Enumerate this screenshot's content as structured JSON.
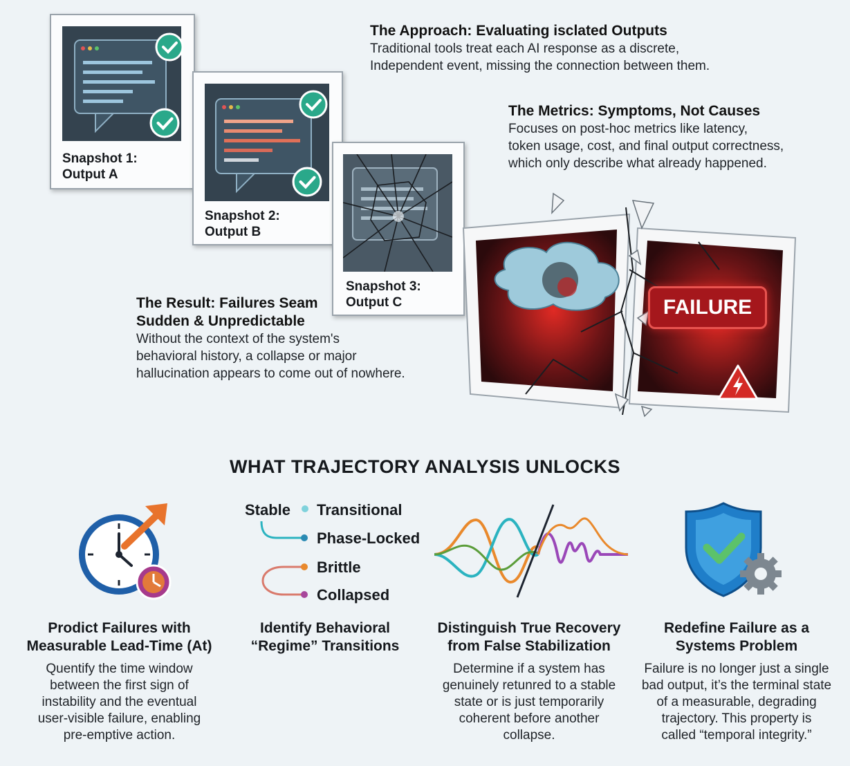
{
  "snapshots": [
    {
      "label_line1": "Snapshot 1:",
      "label_line2": "Output A",
      "status": "check-icon"
    },
    {
      "label_line1": "Snapshot 2:",
      "label_line2": "Output B",
      "status": "check-icon"
    },
    {
      "label_line1": "Snapshot 3:",
      "label_line2": "Output C",
      "status": "cracked"
    }
  ],
  "approach": {
    "heading": "The Approach: Evaluating isclated Outputs",
    "line1": "Traditional tools treat each AI response as a discrete,",
    "line2": "Independent event, missing the connection between them."
  },
  "metrics": {
    "heading": "The Metrics: Symptoms, Not Causes",
    "line1": "Focuses on post-hoc metrics like latency,",
    "line2": "token usage, cost, and final output correctness,",
    "line3": "which only describe what already happened."
  },
  "result": {
    "heading1": "The Result: Failures Seam",
    "heading2": "Sudden & Unpredictable",
    "line1": "Without the context of the system's",
    "line2": "behavioral history, a collapse or major",
    "line3": "hallucination appears to come out of nowhere."
  },
  "failure_badge": "FAILURE",
  "section_title": "WHAT TRAJECTORY ANALYSIS UNLOCKS",
  "regimes": {
    "stable": "Stable",
    "transitional": "Transitional",
    "phase_locked": "Phase-Locked",
    "brittle": "Brittle",
    "collapsed": "Collapsed"
  },
  "columns": [
    {
      "icon": "clock-arrow-icon",
      "title1": "Prodict Failures with",
      "title2": "Measurable Lead-Time (At)",
      "body": [
        "Quentify the time window",
        "between the first sign of",
        "instability and the eventual",
        "user-visible failure, enabling",
        "pre-emptive action."
      ]
    },
    {
      "icon": "regime-diagram",
      "title1": "Identify Behavioral",
      "title2": "“Regime” Transitions",
      "body": []
    },
    {
      "icon": "waveform-icon",
      "title1": "Distinguish True Recovery",
      "title2": "from False Stabilization",
      "body": [
        "Determine if a system has",
        "genuinely retunred to a stable",
        "state or is just temporarily",
        "coherent before another",
        "collapse."
      ]
    },
    {
      "icon": "shield-gear-icon",
      "title1": "Redefine Failure as a",
      "title2": "Systems Problem",
      "body": [
        "Failure is no longer just a single",
        "bad output, it’s the terminal state",
        "of a measurable, degrading",
        "trajectory. This property is",
        "called “temporal integrity.”"
      ]
    }
  ],
  "colors": {
    "check": "#2aa88a",
    "failure": "#c0201f",
    "teal": "#2bb3c0",
    "orange": "#e9892c",
    "purple": "#9a47b8",
    "shield": "#1f7ec9"
  }
}
